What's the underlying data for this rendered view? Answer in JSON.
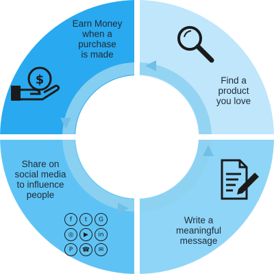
{
  "diagram": {
    "segments": [
      {
        "id": "earn",
        "label": "Earn Money\nwhen a\npurchase\nis made",
        "color": "#29a9ef",
        "icon": "money-hand-icon"
      },
      {
        "id": "find",
        "label": "Find a\nproduct\nyou love",
        "color": "#bfe6fb",
        "icon": "magnifier-icon"
      },
      {
        "id": "write",
        "label": "Write a\nmeaningful\nmessage",
        "color": "#8fd5f8",
        "icon": "document-pen-icon"
      },
      {
        "id": "share",
        "label": "Share on\nsocial media\nto influence\npeople",
        "color": "#5ec3f4",
        "icon": "social-media-icons"
      }
    ],
    "colors": {
      "ring": "#8ed1f1",
      "text": "#1f2a36",
      "icon": "#1a1a1a"
    },
    "social_icons": [
      "facebook-icon",
      "twitter-icon",
      "google-plus-icon",
      "instagram-icon",
      "youtube-icon",
      "linkedin-icon",
      "pinterest-icon",
      "phone-icon",
      "email-icon"
    ]
  }
}
